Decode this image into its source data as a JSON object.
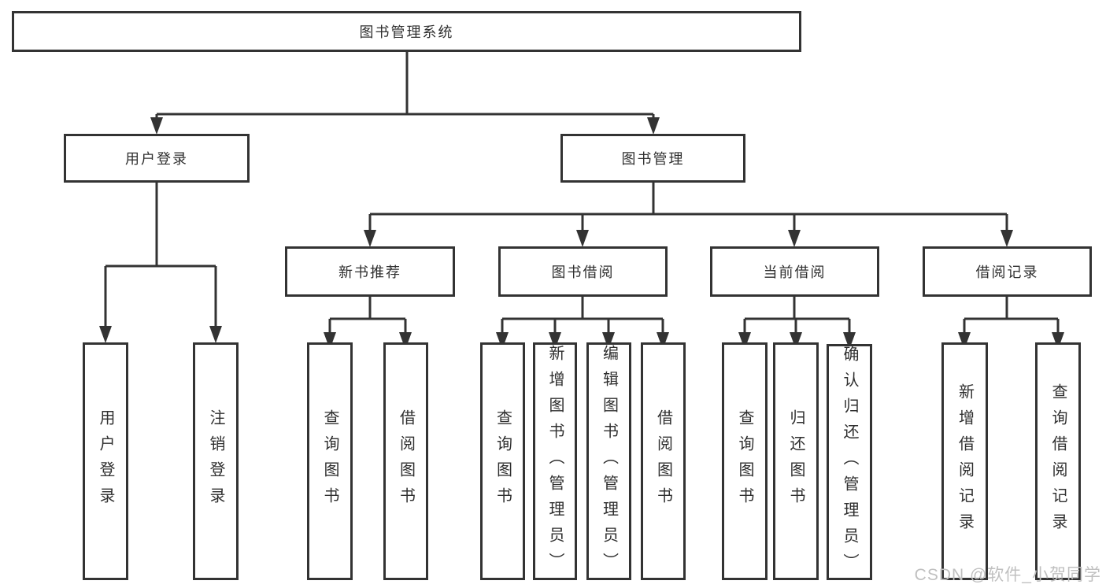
{
  "tree": {
    "label": "图书管理系统",
    "children": [
      {
        "label": "用户登录",
        "children": [
          {
            "label": "用户登录"
          },
          {
            "label": "注销登录"
          }
        ]
      },
      {
        "label": "图书管理",
        "children": [
          {
            "label": "新书推荐",
            "children": [
              {
                "label": "查询图书"
              },
              {
                "label": "借阅图书"
              }
            ]
          },
          {
            "label": "图书借阅",
            "children": [
              {
                "label": "查询图书"
              },
              {
                "label": "新增图书（管理员）"
              },
              {
                "label": "编辑图书（管理员）"
              },
              {
                "label": "借阅图书"
              }
            ]
          },
          {
            "label": "当前借阅",
            "children": [
              {
                "label": "查询图书"
              },
              {
                "label": "归还图书"
              },
              {
                "label": "确认归还（管理员）"
              }
            ]
          },
          {
            "label": "借阅记录",
            "children": [
              {
                "label": "新增借阅记录"
              },
              {
                "label": "查询借阅记录"
              }
            ]
          }
        ]
      }
    ]
  },
  "watermark": "CSDN @软件_小贺同学",
  "colors": {
    "line": "#333333",
    "text": "#2f2f2f",
    "watermark": "#c0c0c0",
    "background": "#ffffff"
  }
}
